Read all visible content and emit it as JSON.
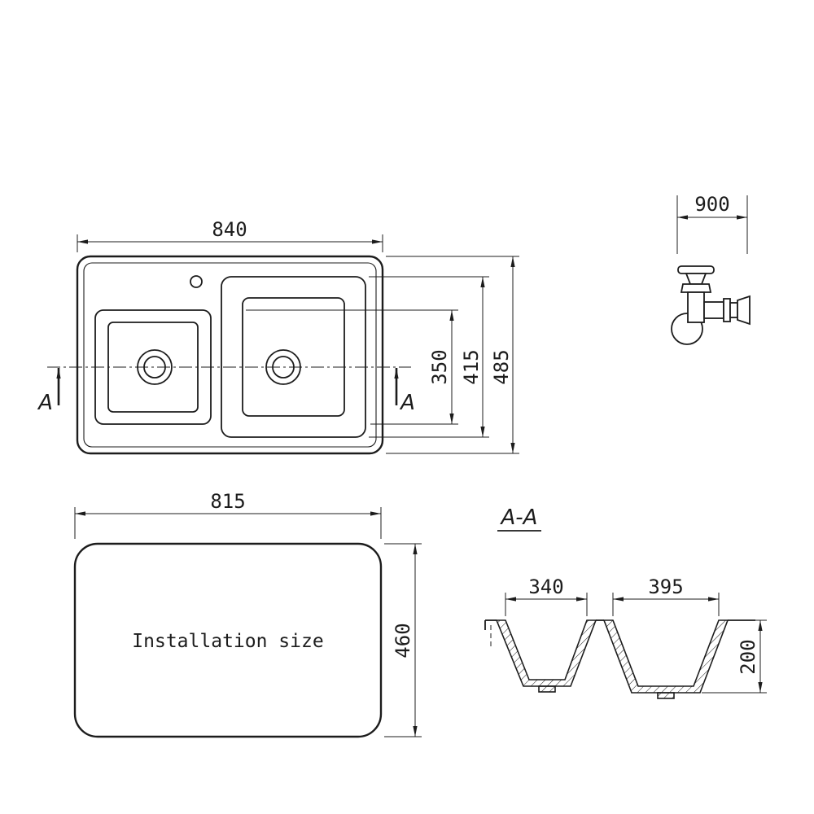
{
  "colors": {
    "ink": "#1c1c1c",
    "background": "#ffffff"
  },
  "top_view": {
    "overall_width": "840",
    "inner_depth": "350",
    "bowl_depth": "415",
    "overall_depth": "485",
    "section_label_left": "A",
    "section_label_right": "A"
  },
  "siphon": {
    "clearance": "900"
  },
  "installation": {
    "width": "815",
    "depth": "460",
    "caption": "Installation size"
  },
  "section": {
    "title": "A-A",
    "left_bowl_width": "340",
    "right_bowl_width": "395",
    "bowl_depth": "200"
  }
}
